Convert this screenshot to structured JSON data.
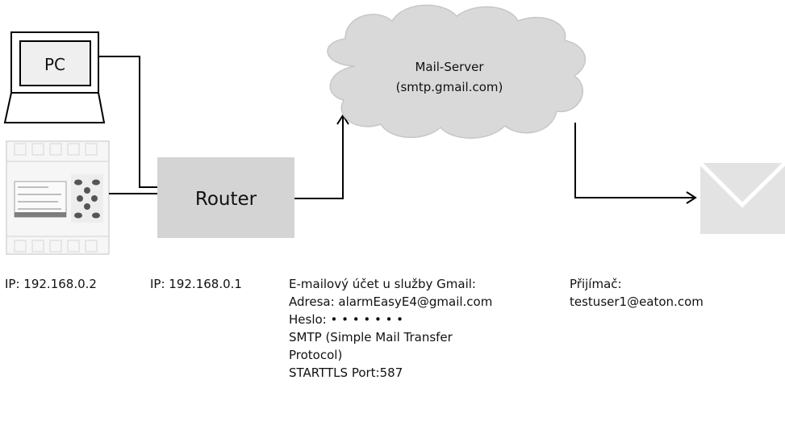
{
  "diagram": {
    "pc_label": "PC",
    "router_label": "Router",
    "mail_server_name": "Mail-Server",
    "mail_server_host": "(smtp.gmail.com)",
    "mail_icon": "envelope-icon"
  },
  "labels": {
    "device_ip": "IP: 192.168.0.2",
    "router_ip": "IP: 192.168.0.1",
    "account": {
      "line1": "E-mailový účet u služby Gmail:",
      "line2": "Adresa: alarmEasyE4@gmail.com",
      "line3": "Heslo: • • • • • • •",
      "line4": "SMTP (Simple Mail Transfer",
      "line5": "Protocol)",
      "line6": "STARTTLS Port:587"
    },
    "recipient": {
      "line1": "Přijímač:",
      "line2": "testuser1@eaton.com"
    }
  },
  "colors": {
    "router_fill": "#d4d4d4",
    "cloud_fill": "#d9d9d9",
    "envelope_fill": "#e3e3e3",
    "line": "#000000"
  }
}
